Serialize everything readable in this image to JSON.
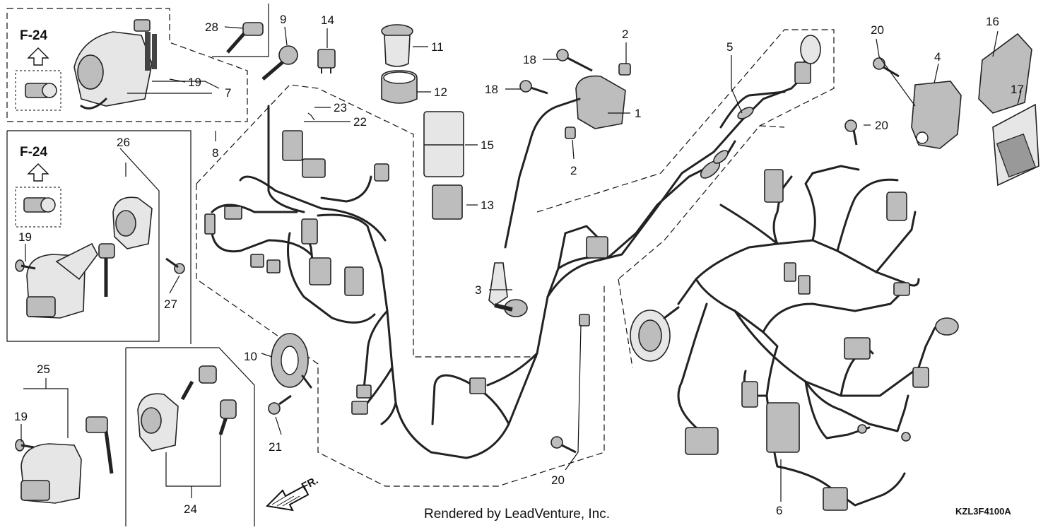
{
  "diagram": {
    "labels": {
      "p1": "1",
      "p2a": "2",
      "p2b": "2",
      "p3": "3",
      "p4": "4",
      "p5": "5",
      "p6": "6",
      "p7": "7",
      "p8": "8",
      "p9": "9",
      "p10": "10",
      "p11": "11",
      "p12": "12",
      "p13": "13",
      "p14": "14",
      "p15": "15",
      "p16": "16",
      "p17": "17",
      "p18a": "18",
      "p18b": "18",
      "p19a": "19",
      "p19b": "19",
      "p19c": "19",
      "p20a": "20",
      "p20b": "20",
      "p20c": "20",
      "p21": "21",
      "p22": "22",
      "p23": "23",
      "p24": "24",
      "p25": "25",
      "p26": "26",
      "p27": "27",
      "p28": "28"
    },
    "refs": {
      "ref1": "F-24",
      "ref2": "F-24"
    },
    "direction": "FR.",
    "credit": "Rendered by LeadVenture, Inc.",
    "code": "KZL3F4100A"
  }
}
